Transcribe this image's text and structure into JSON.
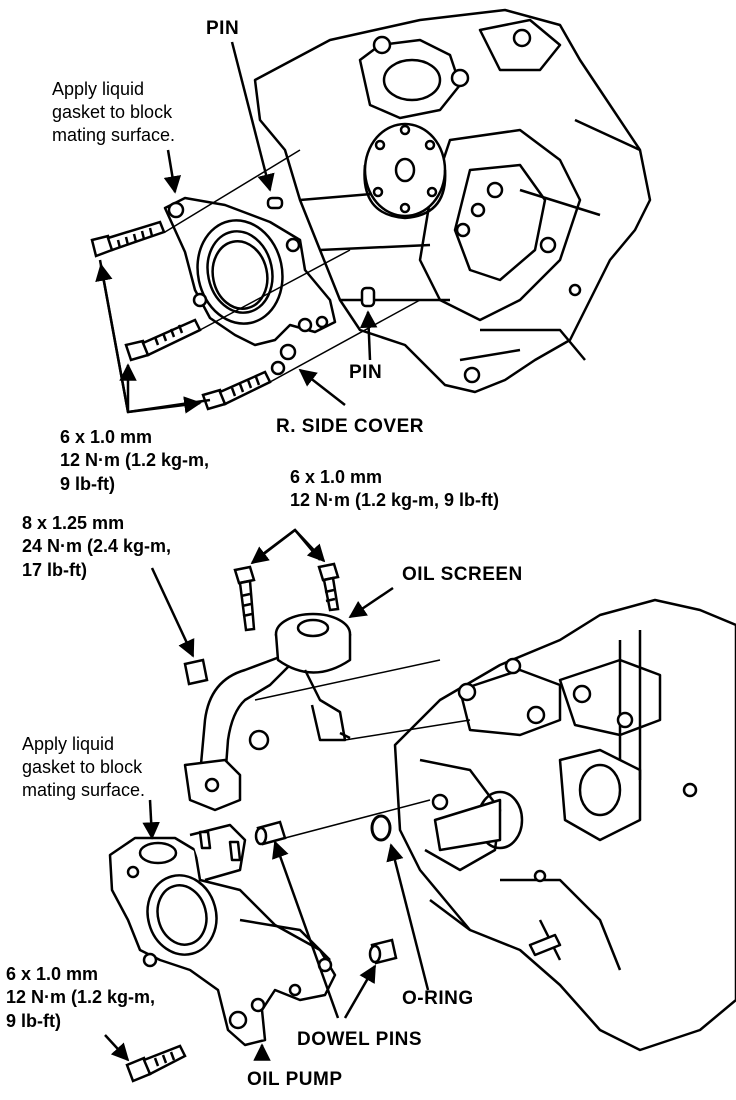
{
  "labels": {
    "pin_top": "PIN",
    "pin_bottom": "PIN",
    "r_side_cover": "R. SIDE COVER",
    "oil_screen": "OIL SCREEN",
    "o_ring": "O-RING",
    "dowel_pins": "DOWEL PINS",
    "oil_pump": "OIL PUMP"
  },
  "notes": {
    "gasket_top": [
      "Apply liquid",
      "gasket to block",
      "mating surface."
    ],
    "gasket_bottom": [
      "Apply liquid",
      "gasket to block",
      "mating surface."
    ]
  },
  "specs": {
    "cover_bolts": [
      "6 x 1.0 mm",
      "12 N·m (1.2 kg-m,",
      "9 lb-ft)"
    ],
    "screen_bolts": [
      "6 x 1.0 mm",
      "12 N·m (1.2 kg-m, 9 lb-ft)"
    ],
    "screen_nut": [
      "8 x 1.25 mm",
      "24 N·m (2.4 kg-m,",
      "17 lb-ft)"
    ],
    "pump_bolts": [
      "6 x 1.0 mm",
      "12 N·m (1.2 kg-m,",
      "9 lb-ft)"
    ]
  }
}
